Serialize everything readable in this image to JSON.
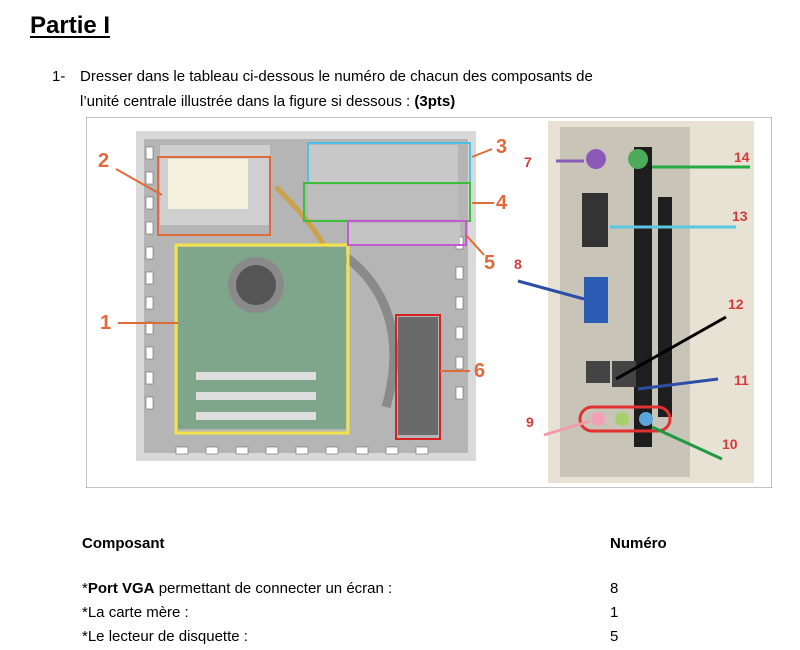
{
  "title": "Partie I",
  "question": {
    "number": "1-",
    "line1": "Dresser dans le tableau ci-dessous le numéro de chacun des composants de",
    "line2": "l’unité centrale illustrée dans la figure si dessous :",
    "points": "(3pts)"
  },
  "figure": {
    "callouts": {
      "c1": "1",
      "c2": "2",
      "c3": "3",
      "c4": "4",
      "c5": "5",
      "c6": "6",
      "c7": "7",
      "c8": "8",
      "c9": "9",
      "c10": "10",
      "c11": "11",
      "c12": "12",
      "c13": "13",
      "c14": "14"
    },
    "colors": {
      "c1": "#e06a3a",
      "c2": "#e06a3a",
      "c3": "#e06a3a",
      "c4": "#e06a3a",
      "c5": "#e06a3a",
      "c6": "#e06a3a",
      "right_callouts": "#d43a3a",
      "box_motherboard": "#f2e24a",
      "box_psu": "#e06a3a",
      "box_3": "#4cc3e6",
      "box_4": "#3bbf3b",
      "box_5": "#c45ad2",
      "box_6": "#d92020"
    }
  },
  "table": {
    "header_component": "Composant",
    "header_number": "Numéro",
    "rows": [
      {
        "prefix": "*",
        "bold": "Port VGA",
        "rest": " permettant de connecter un écran :",
        "value": "8"
      },
      {
        "prefix": "",
        "bold": "",
        "rest": "*La carte mère :",
        "value": "1"
      },
      {
        "prefix": "",
        "bold": "",
        "rest": "*Le lecteur de disquette :",
        "value": "5"
      }
    ]
  }
}
